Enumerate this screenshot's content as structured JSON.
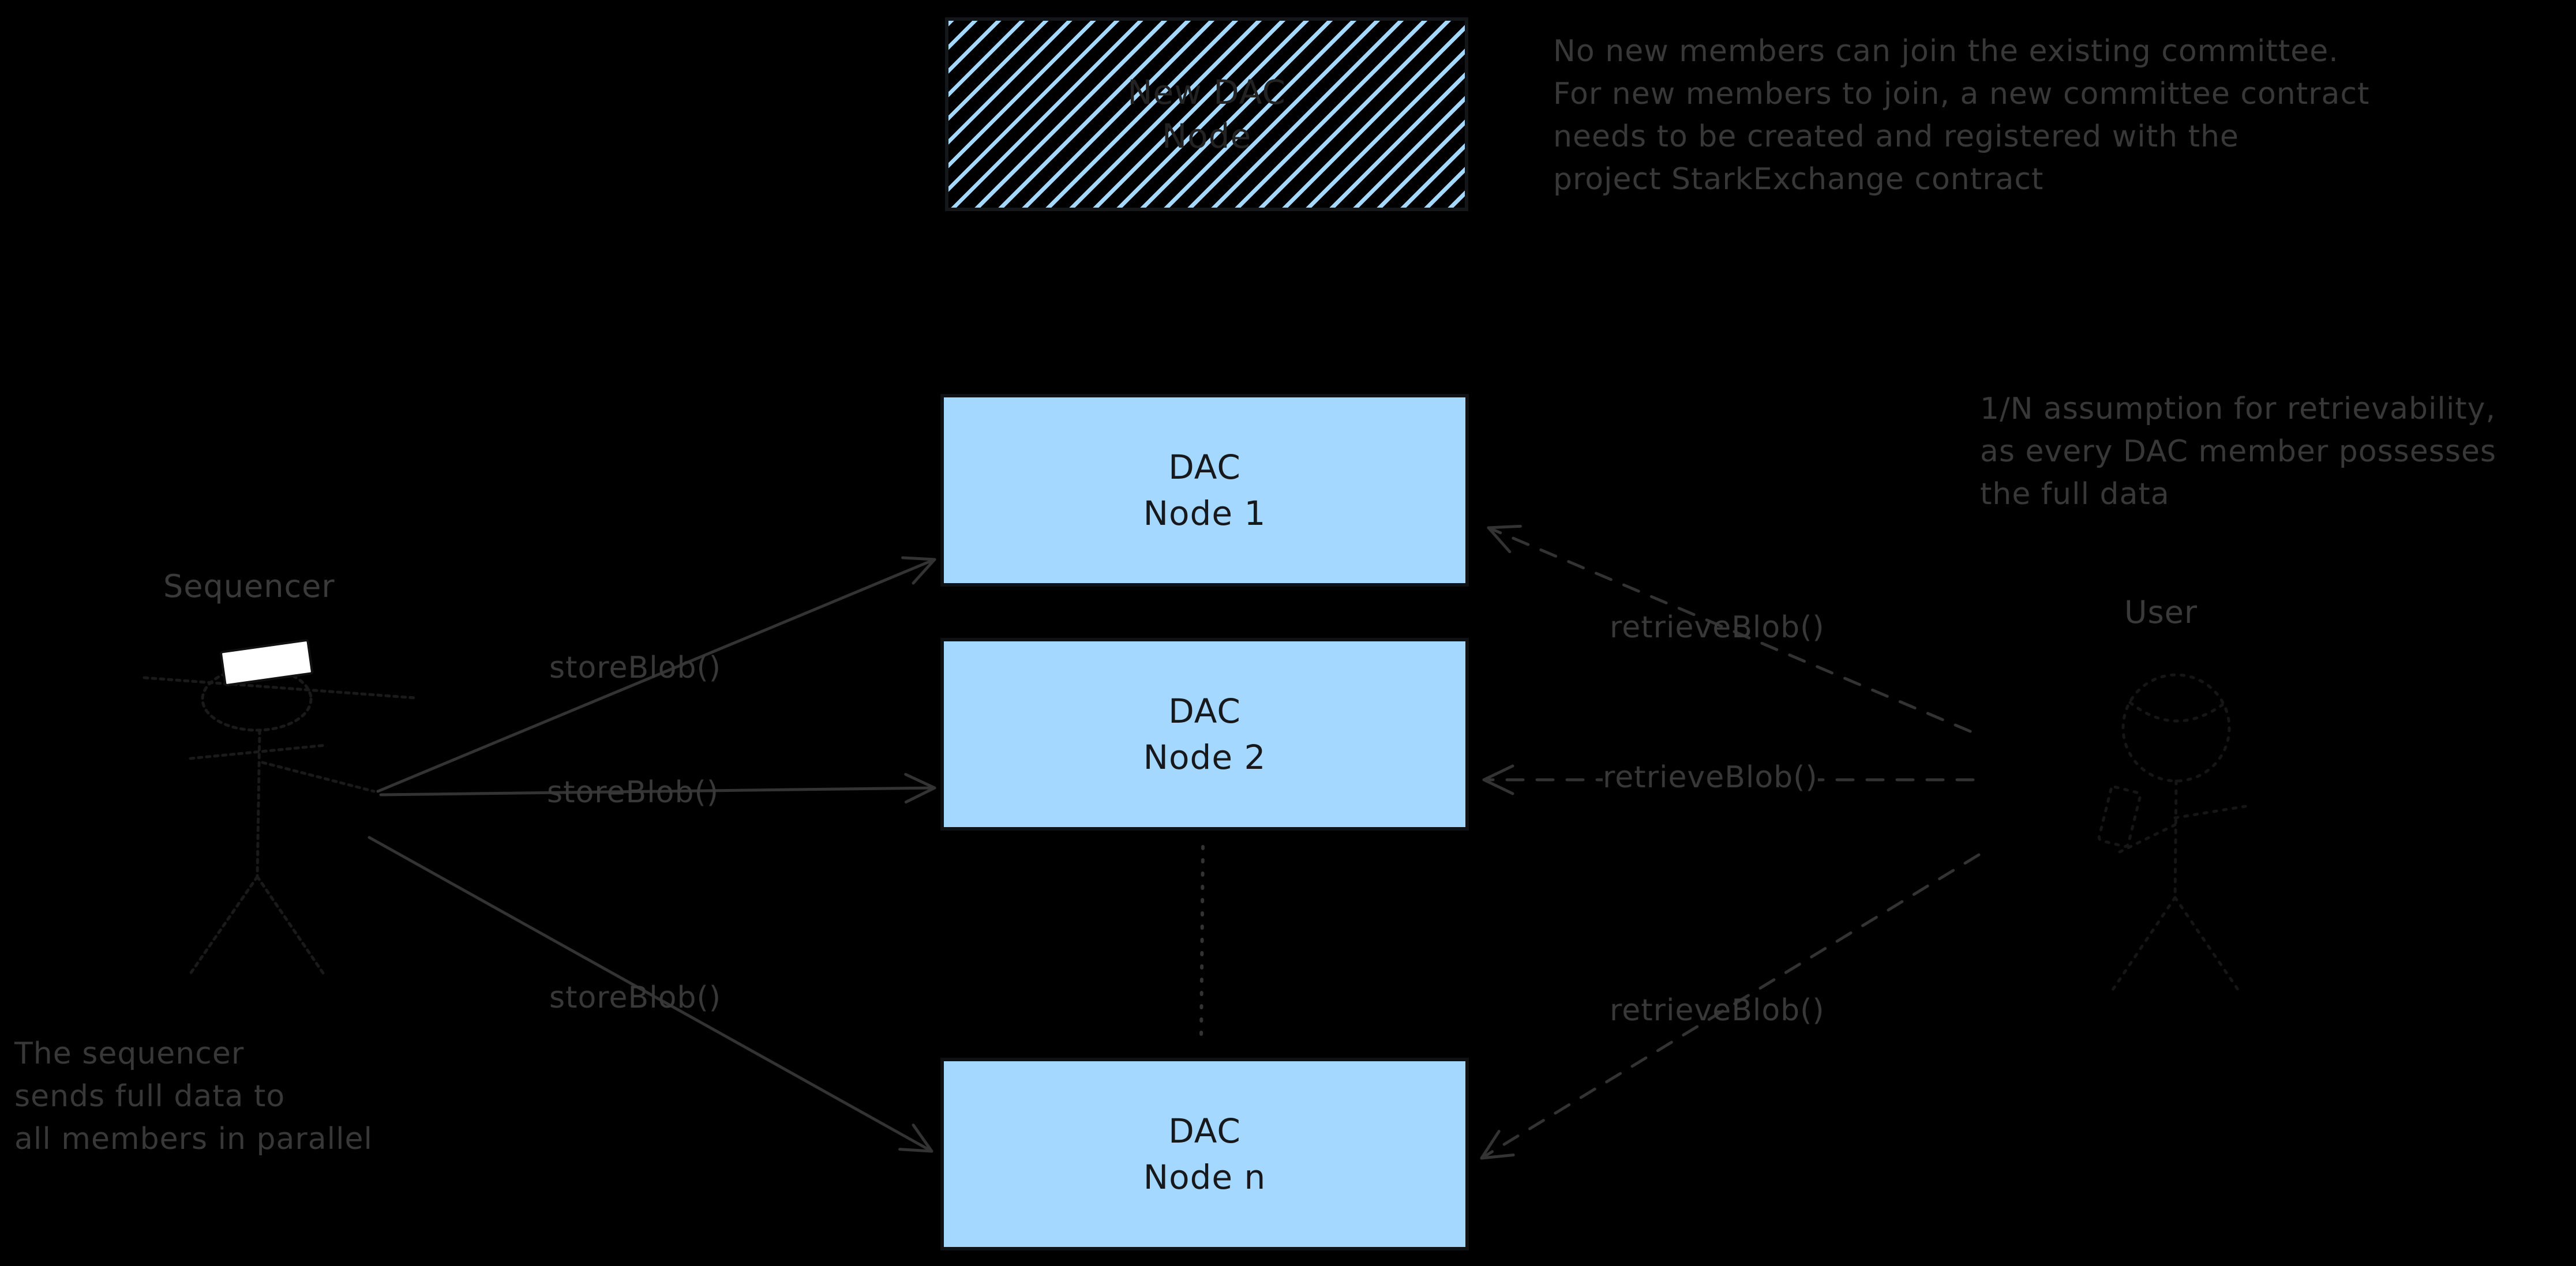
{
  "diagram": {
    "new_dac_node": {
      "line1": "New DAC",
      "line2": "Node"
    },
    "nodes": [
      {
        "line1": "DAC",
        "line2": "Node 1"
      },
      {
        "line1": "DAC",
        "line2": "Node 2"
      },
      {
        "line1": "DAC",
        "line2": "Node n"
      }
    ],
    "sequencer_label": "Sequencer",
    "user_label": "User",
    "store_blob_labels": [
      "storeBlob()",
      "storeBlob()",
      "storeBlob()"
    ],
    "retrieve_blob_labels": [
      "retrieveBlob()",
      "retrieveBlob()",
      "retrieveBlob()"
    ],
    "annotations": {
      "top_right": [
        "No new members can join the existing committee.",
        "For new members to join, a new committee contract",
        "needs to be created and registered with the",
        "project StarkExchange contract"
      ],
      "right": [
        "1/N assumption for retrievability,",
        "as every DAC member possesses",
        "the full data"
      ],
      "bottom_left": [
        "The sequencer",
        "sends full data to",
        "all members in parallel"
      ]
    },
    "colors": {
      "background": "#000000",
      "node_fill": "#a5d8ff",
      "node_border": "#101113",
      "node_text": "#16181c",
      "annotation_text": "#383838",
      "arrow_stroke": "#333333",
      "figure_stroke": "#1a1a1a",
      "white_card": "#ffffff"
    }
  }
}
